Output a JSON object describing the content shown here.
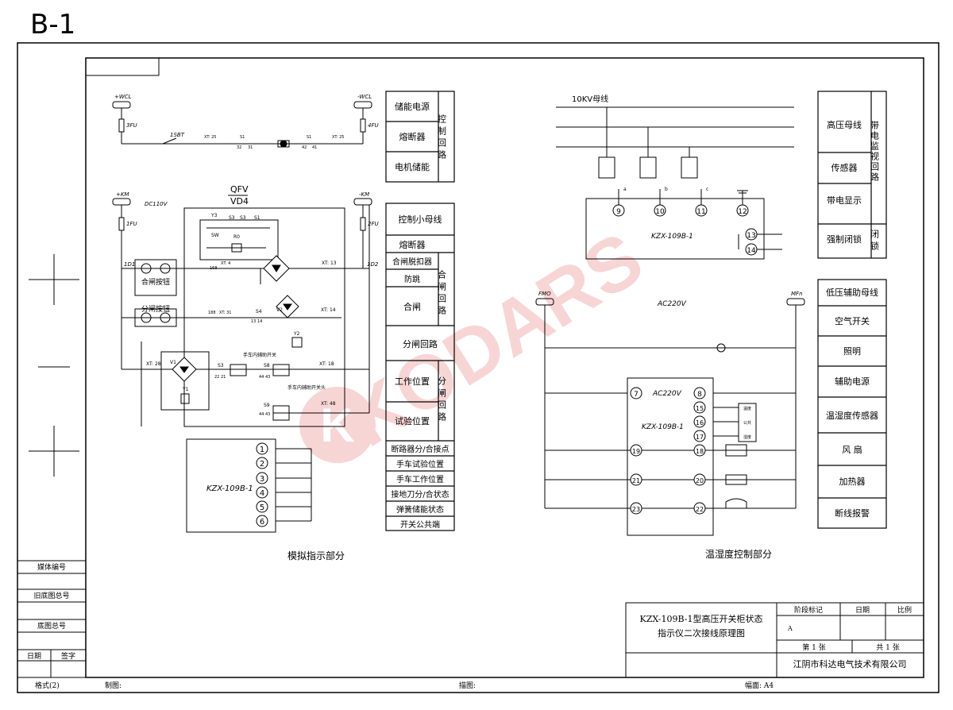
{
  "sheet_id": "B-1",
  "left": {
    "wcl_pos": "+WCL",
    "wcl_neg": "-WCL",
    "fuse3": "3FU",
    "fuse4": "4FU",
    "sbt": "1SBT",
    "xt25a": "XT: 25",
    "xt25b": "XT: 25",
    "s1": "S1",
    "s1b": "S1",
    "n32": "32",
    "n31": "31",
    "n42": "42",
    "n41": "41",
    "km_pos": "+KM",
    "km_neg": "-KM",
    "dc": "DC110V",
    "fuse1": "1FU",
    "fuse2": "2FU",
    "qfv": "QFV",
    "vd4": "VD4",
    "y3": "Y3",
    "s3": "S3",
    "s3b": "S3",
    "s1c": "S1",
    "sw": "SW",
    "r0": "R0",
    "d1": "1D1",
    "d2": "1D2",
    "close_btn": "合闸按钮",
    "open_btn": "分闸按钮",
    "xt4": "XT: 4",
    "n168": "168",
    "xt13": "XT: 13",
    "n188": "188",
    "xt31": "XT: 31",
    "s4": "S4",
    "n13_14": "13  14",
    "v2": "V2",
    "xt14": "XT: 14",
    "y2": "Y2",
    "xt28": "XT: 28",
    "v1": "V1",
    "s3c": "S3",
    "n22_21": "22  21",
    "aux_switch": "手车内辅助开关",
    "s8": "S8",
    "n44_43": "44  43",
    "xt18": "XT: 18",
    "aux_switch2": "手车内辅助开关头",
    "s9": "S9",
    "n44_43b": "44  43",
    "xt48": "XT: 48",
    "y1": "Y1",
    "kzx": "KZX-109B-1",
    "terminals": [
      "1",
      "2",
      "3",
      "4",
      "5",
      "6"
    ],
    "caption": "模拟指示部分"
  },
  "mid_table": {
    "group1": [
      "储能电源",
      "熔断器",
      "电机储能"
    ],
    "group1_label": "控制回路",
    "row_bus": "控制小母线",
    "row_fuse": "熔断器",
    "group2": [
      "合闸脱扣器",
      "防跳",
      "合闸"
    ],
    "group2_label": "合闸回路",
    "row_open": "分闸回路",
    "group3": [
      "工作位置",
      "试验位置"
    ],
    "group3_label": "分闸回路",
    "tail": [
      "断路器分/合接点",
      "手车试验位置",
      "手车工作位置",
      "接地刀分/合状态",
      "弹簧储能状态",
      "开关公共端"
    ]
  },
  "right": {
    "bus": "10KV母线",
    "phases": [
      "a",
      "b",
      "c"
    ],
    "terms_top": [
      "9",
      "10",
      "11",
      "12"
    ],
    "kzx": "KZX-109B-1",
    "t13": "13",
    "t14": "14",
    "fmo": "FMO",
    "mfn": "MFn",
    "ac": "AC220V",
    "ac2": "AC220V",
    "kzx2": "KZX-109B-1",
    "t7": "7",
    "t8": "8",
    "t15": "15",
    "t16": "16",
    "t17": "17",
    "mini": [
      "温度",
      "公共",
      "湿度"
    ],
    "t19": "19",
    "t18": "18",
    "t21": "21",
    "t20": "20",
    "t23": "23",
    "t22": "22",
    "caption": "温湿度控制部分"
  },
  "right_table": {
    "top": [
      "高压母线",
      "传感器",
      "带电显示"
    ],
    "top_label": "带电监视回路",
    "lock": "强制闭锁",
    "lock_label": "闭锁",
    "rows": [
      "低压辅助母线",
      "空气开关",
      "照明",
      "辅助电源",
      "温湿度传感器",
      "风 扇",
      "加热器",
      "断线报警"
    ]
  },
  "title_block": {
    "title_line1": "KZX-109B-1型高压开关柜状态",
    "title_line2": "指示仪二次接线原理图",
    "stage_label": "阶段标记",
    "weight_label": "日期",
    "scale_label": "比例",
    "stage_value": "A",
    "sheet_no": "第  1  张",
    "sheet_total": "共  1  张",
    "company": "江阴市科达电气技术有限公司"
  },
  "side_block": [
    "媒体编号",
    "旧底图总号",
    "底图总号"
  ],
  "side_date": "日期",
  "side_sign": "签字",
  "footer": {
    "format": "格式(2)",
    "drawn": "制图:",
    "traced": "描图:",
    "size": "幅面:  A4"
  },
  "watermark": "KODARS"
}
